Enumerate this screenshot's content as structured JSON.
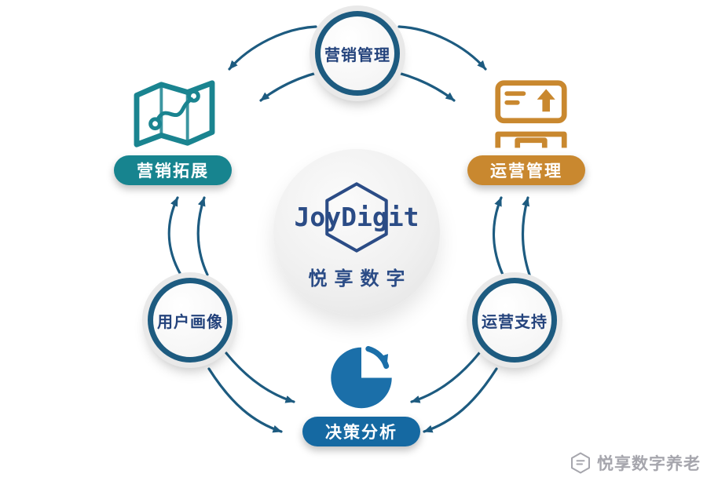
{
  "brand": {
    "name": "JoyDigit",
    "name_cn": "悦享数字"
  },
  "nodes": {
    "marketing_management": {
      "label": "营销管理"
    },
    "marketing_expansion": {
      "label": "营销拓展"
    },
    "operations_management": {
      "label": "运营管理"
    },
    "user_profile": {
      "label": "用户画像"
    },
    "operations_support": {
      "label": "运营支持"
    },
    "decision_analysis": {
      "label": "决策分析"
    }
  },
  "watermark": {
    "text": "悦享数字养老"
  },
  "icons": {
    "map": "map-route-icon",
    "kiosk": "device-counter-icon",
    "pie": "pie-chart-refresh-icon",
    "hexagon": "hexagon-logo-icon"
  },
  "colors": {
    "arrow": "#1d5b80",
    "node_ring": "#1d5b80",
    "node_text": "#24437c",
    "teal": "#17848f",
    "orange": "#c9882f",
    "blue": "#1569a2",
    "brand_blue": "#2b4c86",
    "watermark_gray": "#a6a6ad"
  }
}
